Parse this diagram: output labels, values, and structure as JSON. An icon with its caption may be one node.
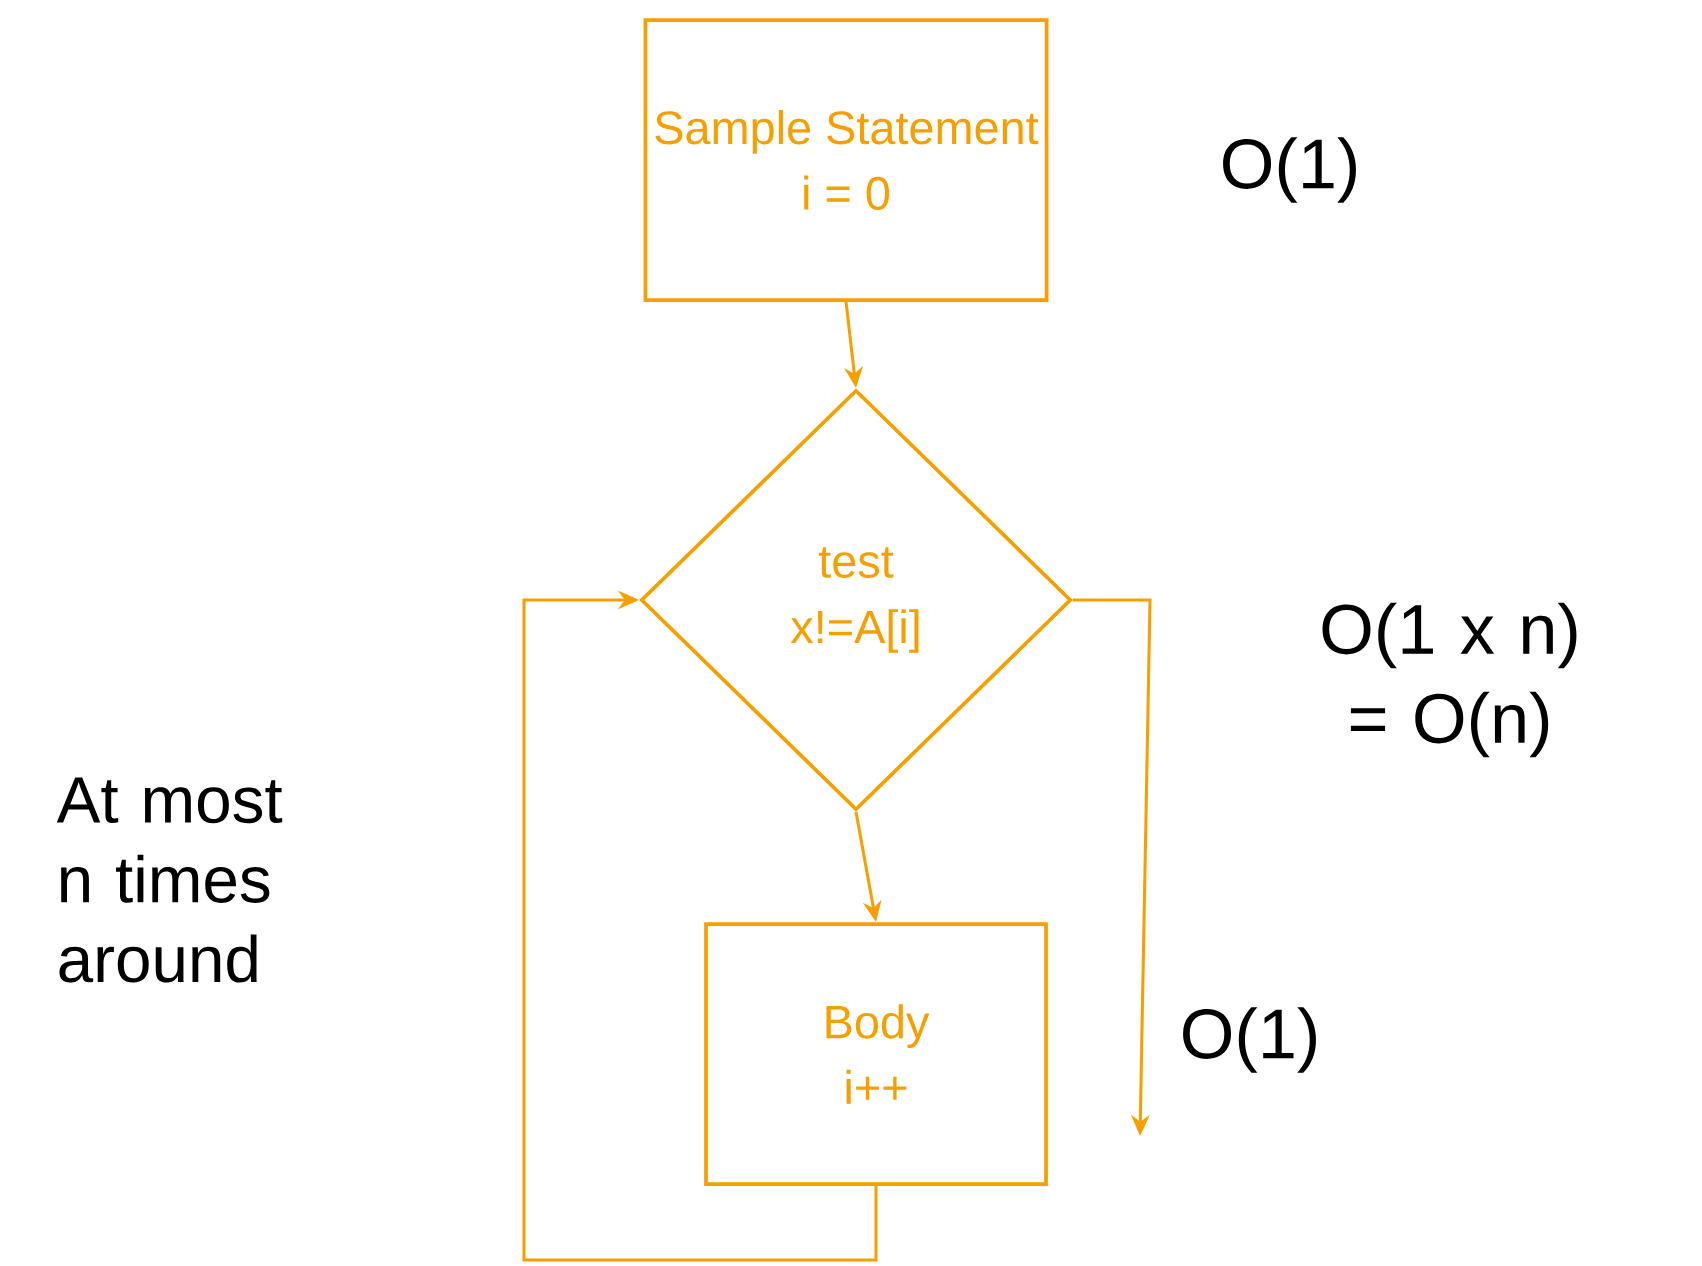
{
  "diagram": {
    "nodes": [
      {
        "text": [
          "Sample Statement",
          "i = 0"
        ],
        "beside": [
          "O(1)"
        ]
      },
      {
        "text": [
          "test",
          "x!=A[i]"
        ],
        "beside": [
          "O(1 x n) = O(n)"
        ]
      },
      {
        "text": [
          "Body",
          "i++"
        ],
        "beside": [
          "O(1)"
        ]
      }
    ],
    "edges": [
      {
        "from": 0,
        "to": 1,
        "arrow": "to"
      },
      {
        "from": 1,
        "to": 2,
        "arrow": "to"
      },
      {
        "from": 2,
        "to": 1,
        "arrow": "to"
      },
      {
        "from": 1,
        "to": null,
        "arrow": "to"
      }
    ],
    "labels": [
      "At most n times around"
    ]
  }
}
